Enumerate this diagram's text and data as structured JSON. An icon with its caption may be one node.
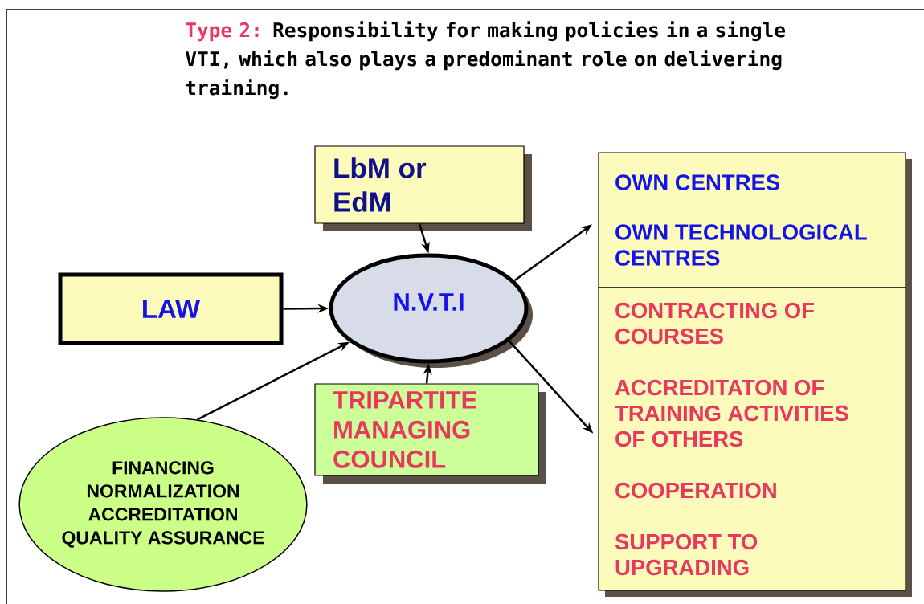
{
  "diagram": {
    "title": "Responsibility for making policies in a single VTI, which also plays a predominant role on delivering training.",
    "nodes": [
      {
        "text": [
          "LbM or EdM"
        ]
      },
      {
        "text": [
          "LAW"
        ]
      },
      {
        "text": [
          "N.V.T.I"
        ]
      },
      {
        "text": [
          "TRIPARTITE MANAGING COUNCIL"
        ]
      },
      {
        "text": [
          "FINANCING",
          "NORMALIZATION",
          "ACCREDITATION",
          "QUALITY ASSURANCE"
        ]
      },
      {
        "text": [
          "OWN CENTRES",
          "OWN TECHNOLOGICAL CENTRES"
        ]
      },
      {
        "text": [
          "CONTRACTING OF COURSES",
          "ACCREDITATON OF TRAINING ACTIVITIES OF OTHERS",
          "COOPERATION",
          "SUPPORT TO UPGRADING"
        ]
      }
    ],
    "edges": [
      {
        "from": 0,
        "to": 2,
        "arrow": "to"
      },
      {
        "from": 1,
        "to": 2,
        "arrow": "to"
      },
      {
        "from": 4,
        "to": 2,
        "arrow": "to"
      },
      {
        "from": 3,
        "to": 2,
        "arrow": "to"
      },
      {
        "from": 2,
        "to": 5,
        "arrow": "to"
      },
      {
        "from": 2,
        "to": 6,
        "arrow": "to"
      }
    ],
    "labels": [
      "Type 2:"
    ]
  }
}
